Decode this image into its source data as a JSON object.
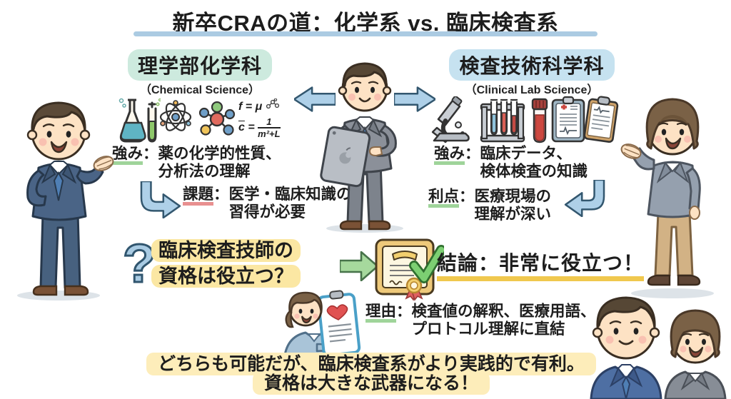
{
  "title": {
    "text": "新卒CRAの道：化学系 vs. 臨床検査系"
  },
  "left": {
    "heading": "理学部化学科",
    "subheading": "（Chemical Science）",
    "formula1": "f = μ",
    "formula2": {
      "var": "c",
      "eq": "=",
      "num": "1",
      "den": "m²+L"
    },
    "strength": {
      "label": "強み",
      "colon": "：",
      "line1": "薬の化学的性質、",
      "line2": "分析法の理解"
    },
    "challenge": {
      "label": "課題",
      "colon": "：",
      "line1": "医学・臨床知識の",
      "line2": "習得が必要"
    }
  },
  "right": {
    "heading": "検査技術科学科",
    "subheading": "（Clinical Lab Science）",
    "strength": {
      "label": "強み",
      "colon": "：",
      "line1": "臨床データ、",
      "line2": "検体検査の知識"
    },
    "advantage": {
      "label": "利点",
      "colon": "：",
      "line1": "医療現場の",
      "line2": "理解が深い"
    }
  },
  "question": {
    "mark": "?",
    "line1": "臨床検査技師の",
    "line2": "資格は役立つ？"
  },
  "conclusion": {
    "text": "結論：非常に役立つ！"
  },
  "reason": {
    "label": "理由",
    "colon": "：",
    "line1": "検査値の解釈、医療用語、",
    "line2": "プロトコル理解に直結"
  },
  "banner": {
    "line1": "どちらも可能だが、臨床検査系がより実践的で有利。",
    "line2": "資格は大きな武器になる！"
  },
  "icons": {
    "left": [
      "flask-icon",
      "test-tube-icon",
      "atom-icon",
      "molecule-icon",
      "formula-text"
    ],
    "right": [
      "microscope-icon",
      "test-tube-rack-icon",
      "blood-vial-icon",
      "medical-chart-icon",
      "clipboard-icon"
    ],
    "middle": [
      "arrow-left-icon",
      "arrow-right-icon",
      "curved-arrow-right-icon",
      "curved-arrow-left-icon",
      "question-mark",
      "green-arrow-icon",
      "certificate-icon",
      "checkmark-icon",
      "heart-clipboard-icon"
    ]
  },
  "figures": [
    "man-in-navy-suit",
    "man-with-tablet",
    "woman-in-gray-suit",
    "woman-with-clipboard",
    "portrait-man",
    "portrait-woman"
  ],
  "colors": {
    "title_underline": "#abcbe2",
    "left_highlight": "#cdeade",
    "right_highlight": "#c6e2f0",
    "yellow_highlight": "#fbe7a3",
    "banner_highlight": "#fdedba",
    "green_underline": "#9fd49a",
    "red_underline": "#e89090",
    "conclusion_underline": "#f0c84e",
    "arrow_blue": "#aed0e8",
    "arrow_green": "#a6d99d",
    "check_green": "#71c468",
    "question_blue": "#a9cbe3"
  }
}
